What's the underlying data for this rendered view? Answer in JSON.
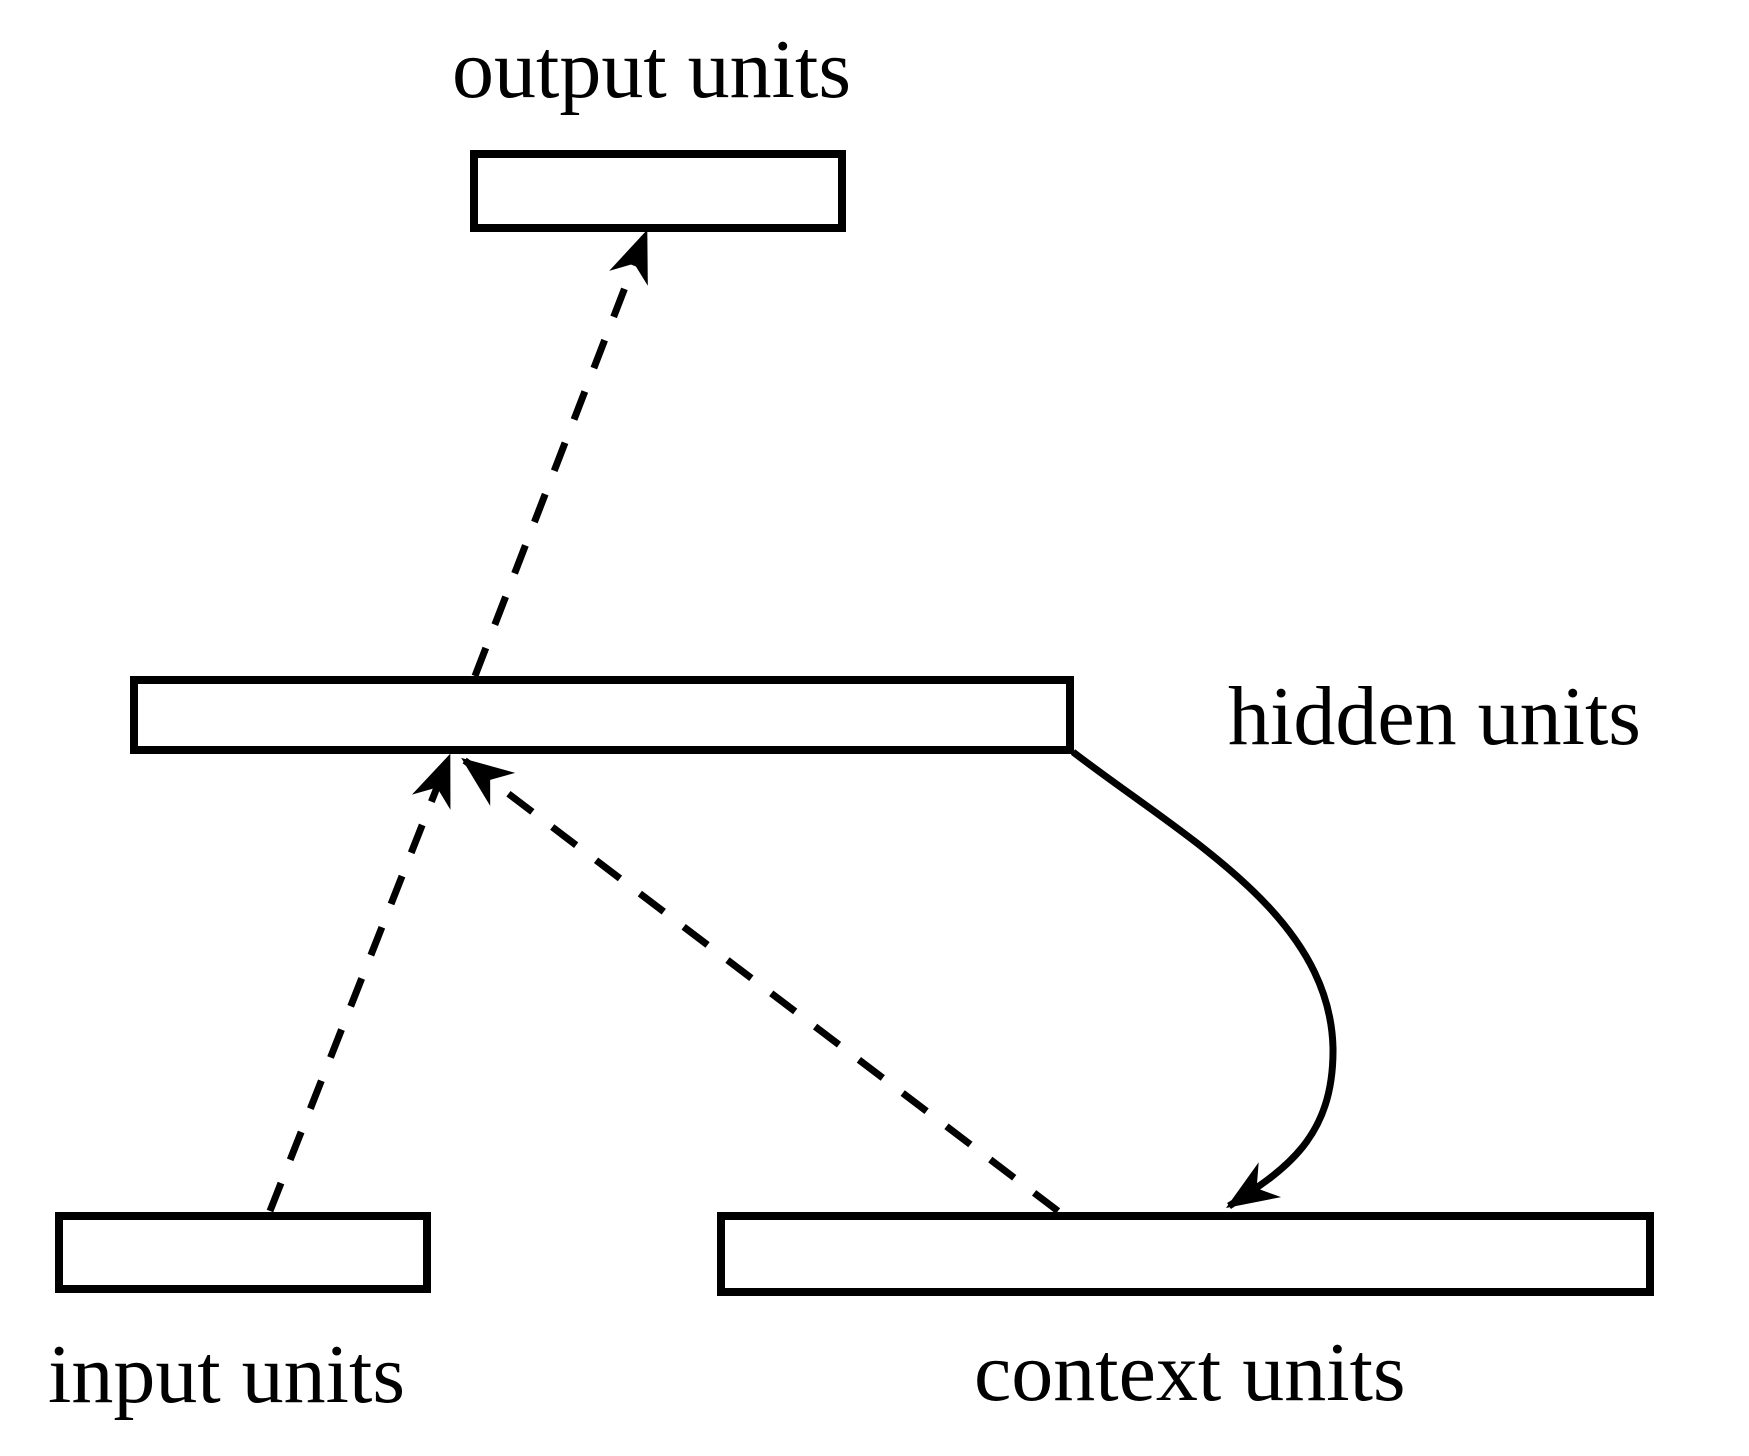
{
  "diagram": {
    "background_color": "#ffffff",
    "stroke_color": "#000000",
    "text_color": "#000000",
    "nodes": {
      "output": {
        "label": "output units"
      },
      "hidden": {
        "label": "hidden units"
      },
      "input": {
        "label": "input units"
      },
      "context": {
        "label": "context units"
      }
    },
    "edges": [
      {
        "from": "input units",
        "to": "hidden units",
        "line": "dashed",
        "arrowhead": "filled"
      },
      {
        "from": "context units",
        "to": "hidden units",
        "line": "dashed",
        "arrowhead": "filled"
      },
      {
        "from": "hidden units",
        "to": "output units",
        "line": "dashed",
        "arrowhead": "filled"
      },
      {
        "from": "hidden units",
        "to": "context units",
        "line": "solid-curved",
        "arrowhead": "filled"
      }
    ]
  }
}
